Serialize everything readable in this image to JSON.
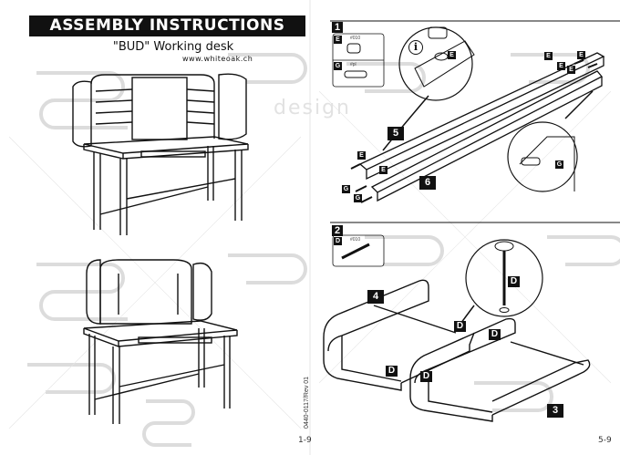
{
  "header": {
    "title": "ASSEMBLY INSTRUCTIONS",
    "product": "\"BUD\" Working desk",
    "website": "www.whiteoak.ch"
  },
  "footer": {
    "page_left": "1-9",
    "page_right": "5-9",
    "doc_code": "0440-0117/Rev 01"
  },
  "watermark_text": "design",
  "step1": {
    "number": "1",
    "info_icon": "i",
    "parts": [
      {
        "letter": "E",
        "label": "#010"
      },
      {
        "letter": "G",
        "label": "#pl"
      }
    ],
    "callouts": [
      "E",
      "E",
      "E",
      "E",
      "E",
      "5",
      "E",
      "E",
      "G",
      "G",
      "6",
      "G"
    ]
  },
  "step2": {
    "number": "2",
    "parts": [
      {
        "letter": "D",
        "label": "#010"
      }
    ],
    "callouts": [
      "D",
      "4",
      "D",
      "D",
      "D",
      "D",
      "3"
    ]
  }
}
